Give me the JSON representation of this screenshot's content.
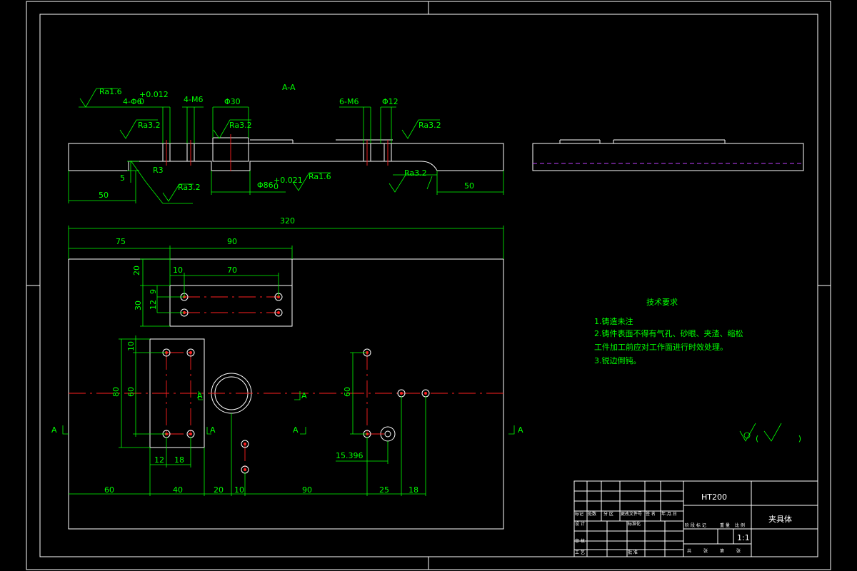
{
  "section_label": "A-A",
  "section_dims": {
    "bore_4": "4-Φ6",
    "bore_4_tol": "+0.012",
    "bore_4_tol_low": "0",
    "thread_4": "4-M6",
    "dia30": "Φ30",
    "thread_6": "6-M6",
    "dia12": "Φ12",
    "ra16_a": "Ra1.6",
    "ra32_a": "Ra3.2",
    "ra32_b": "Ra3.2",
    "ra32_c": "Ra3.2",
    "ra32_d": "Ra3.2",
    "ra32_e": "Ra3.2",
    "ra16_b": "Ra1.6",
    "r3": "R3",
    "five": "5",
    "dia86": "Φ86",
    "dia86_tol": "+0.021",
    "dia86_tol_low": "0",
    "left50": "50",
    "right50": "50"
  },
  "plan_dims": {
    "overall": "320",
    "d75": "75",
    "d90top": "90",
    "d20": "20",
    "d10": "10",
    "d70": "70",
    "d9": "9",
    "d30": "30",
    "d12v": "12",
    "d10b": "10",
    "d80": "80",
    "d60a": "60",
    "d60b": "60",
    "d12h": "12",
    "d18a": "18",
    "d15396": "15.396",
    "b60": "60",
    "b40": "40",
    "b20": "20",
    "b10": "10",
    "b90": "90",
    "b25": "25",
    "b18": "18"
  },
  "section_marks": [
    "A",
    "A",
    "A",
    "A",
    "A",
    "A"
  ],
  "notes": {
    "title": "技术要求",
    "items": [
      "1.铸造未注",
      "2.铸件表面不得有气孔、砂眼、夹渣、缩松",
      "工件加工前应对工作面进行时效处理。",
      "3.锐边倒钝。"
    ]
  },
  "roughness_mark": "( )",
  "title_block": {
    "material": "HT200",
    "drawing_name": "夹具体",
    "scale": "1:1",
    "cells": [
      "标记",
      "处数",
      "分 区",
      "更改文件号",
      "签 名",
      "年.月.日",
      "设 计",
      "标准化",
      "审 核",
      "工 艺",
      "批 准",
      "阶 段 标 记",
      "重 量",
      "比 例",
      "共",
      "张",
      "第",
      "张"
    ]
  }
}
